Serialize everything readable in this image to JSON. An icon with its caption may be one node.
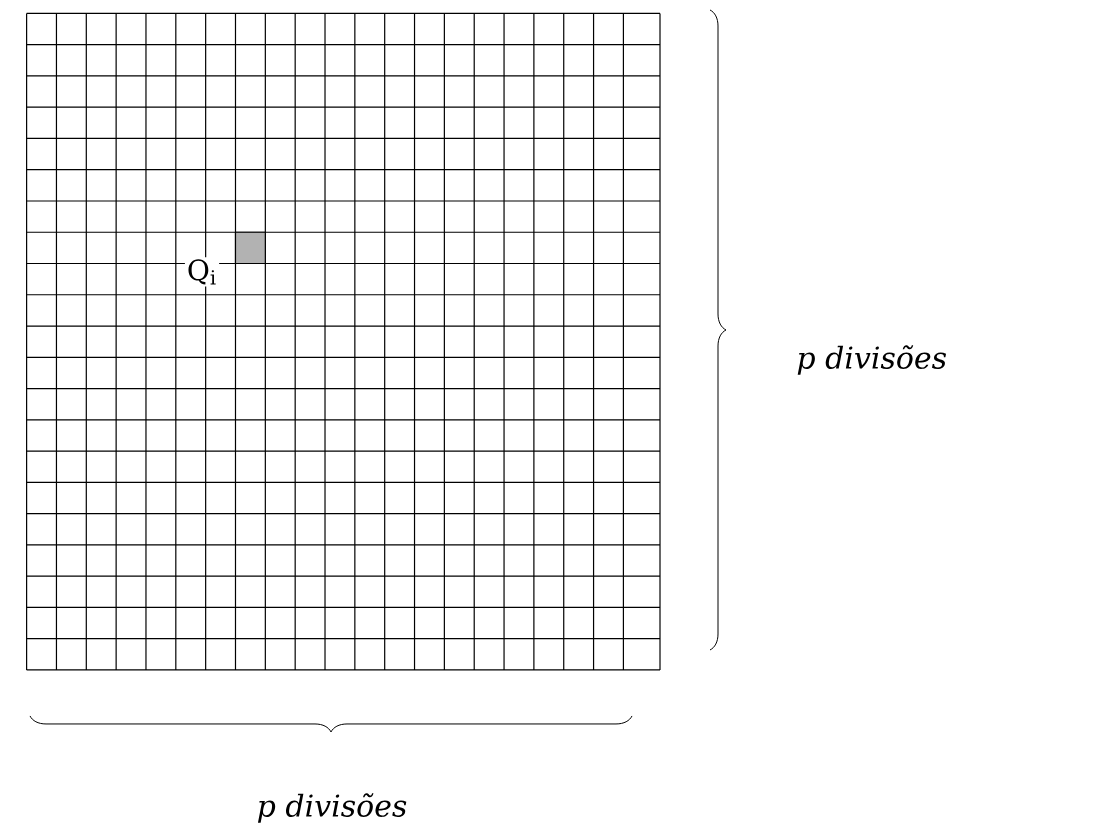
{
  "diagram": {
    "labels": [
      "Q$_{i}$",
      "p divisões",
      "p divisões"
    ]
  }
}
